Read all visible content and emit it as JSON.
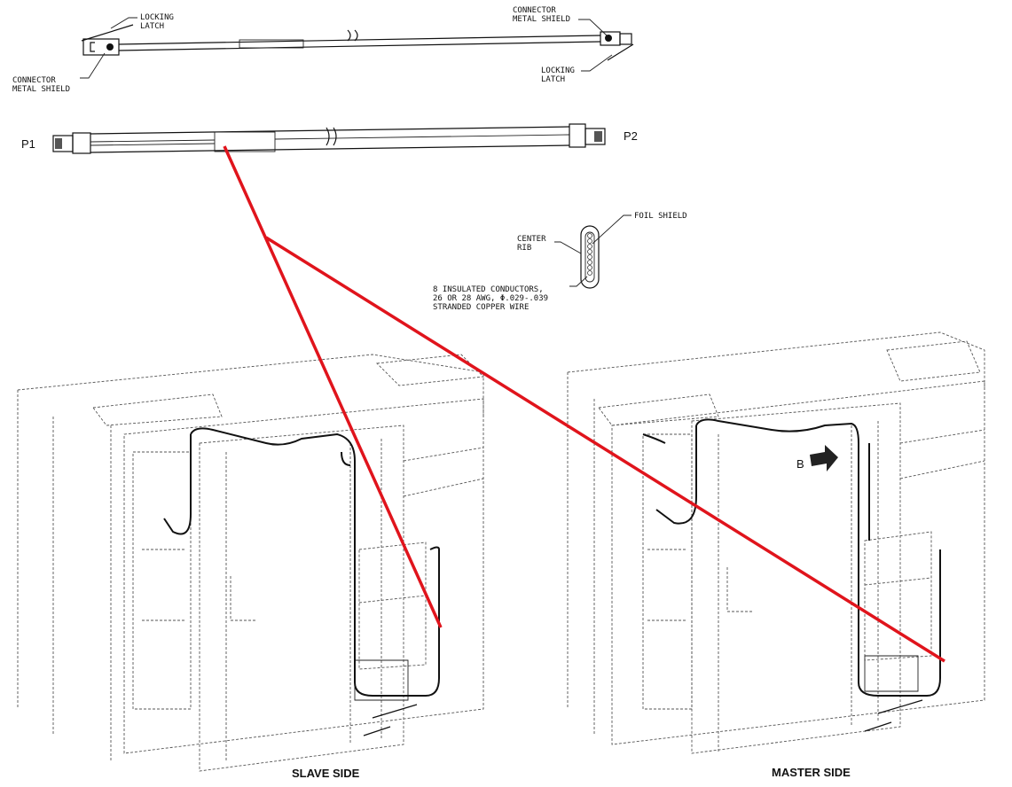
{
  "top_cable": {
    "left_latch_label": [
      "LOCKING",
      "LATCH"
    ],
    "left_shield_label": [
      "CONNECTOR",
      "METAL SHIELD"
    ],
    "right_shield_label": [
      "CONNECTOR",
      "METAL SHIELD"
    ],
    "right_latch_label": [
      "LOCKING",
      "LATCH"
    ]
  },
  "side_cable": {
    "p1": "P1",
    "p2": "P2"
  },
  "cross_section": {
    "foil_shield": "FOIL SHIELD",
    "center_rib": [
      "CENTER",
      "RIB"
    ],
    "conductors": [
      "8 INSULATED CONDUCTORS,",
      "26 OR 28 AWG, Φ.029-.039",
      "STRANDED COPPER WIRE"
    ]
  },
  "cabinets": {
    "slave_caption": "SLAVE SIDE",
    "master_caption": "MASTER SIDE",
    "view_marker": "B"
  },
  "colors": {
    "highlight": "#e0141c"
  }
}
